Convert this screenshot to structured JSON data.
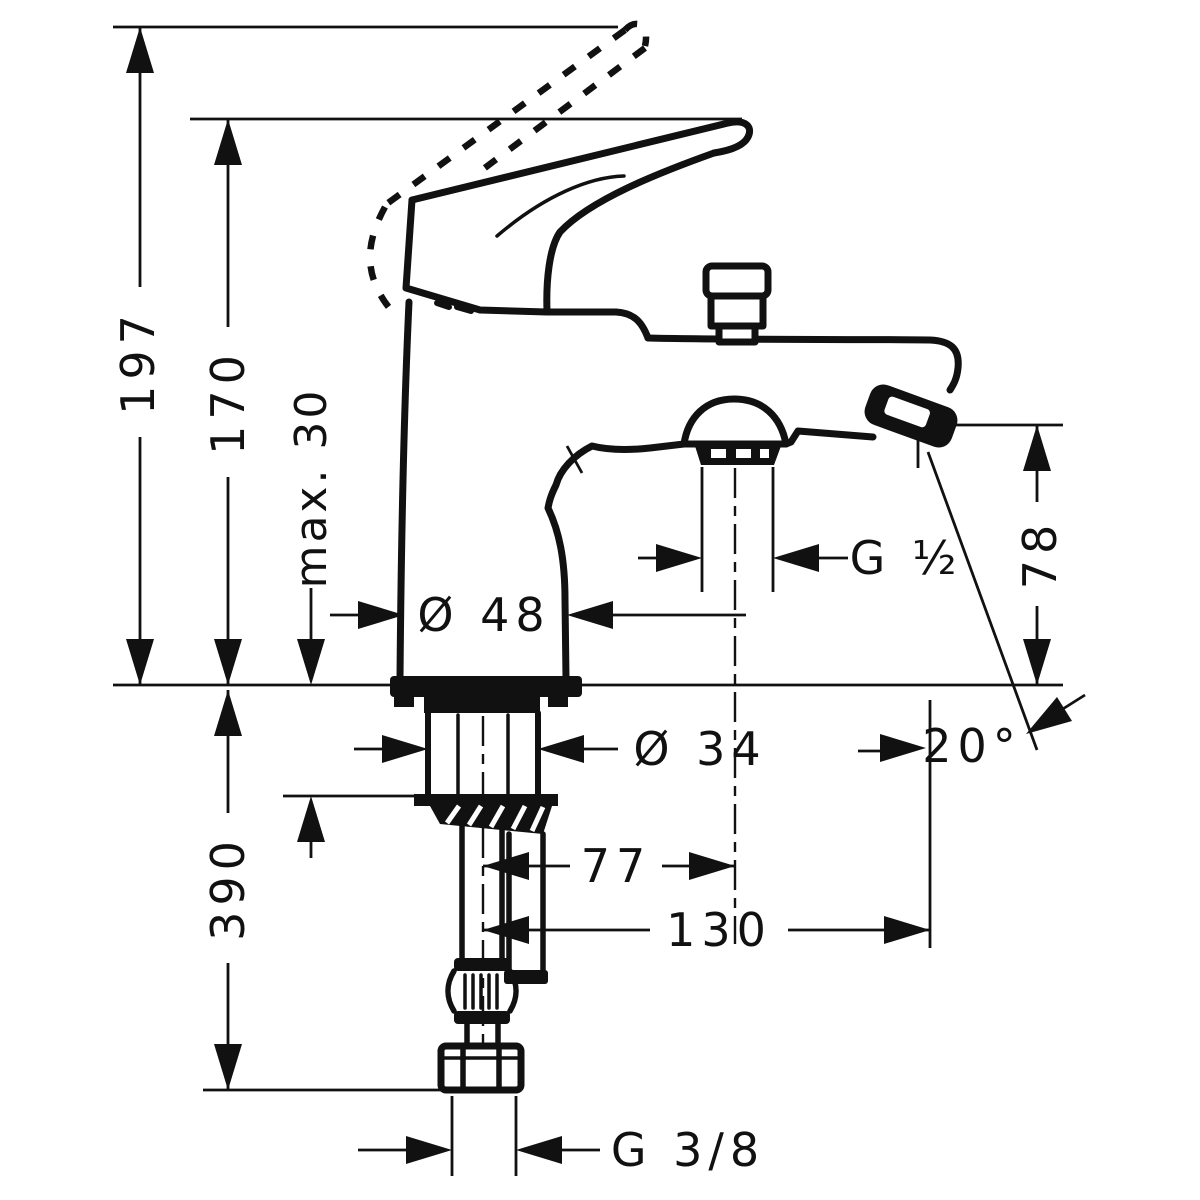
{
  "page": {
    "background": "#ffffff",
    "ink": "#111111"
  },
  "drawing": {
    "kind": "dimensional technical drawing",
    "subject": "single-lever bath and shower mixer tap, side elevation with raised-lever position shown dashed"
  },
  "labels": {
    "height_overall": "197",
    "height_handle": "170",
    "deck_thickness": "max. 30",
    "depth_below_deck": "390",
    "body_diameter": "Ø 48",
    "shank_diameter": "Ø 34",
    "outlet_thread": "G ½",
    "spout_height": "78",
    "spout_angle": "20°",
    "outlet_offset": "77",
    "spout_reach": "130",
    "hose_thread": "G 3/8"
  }
}
